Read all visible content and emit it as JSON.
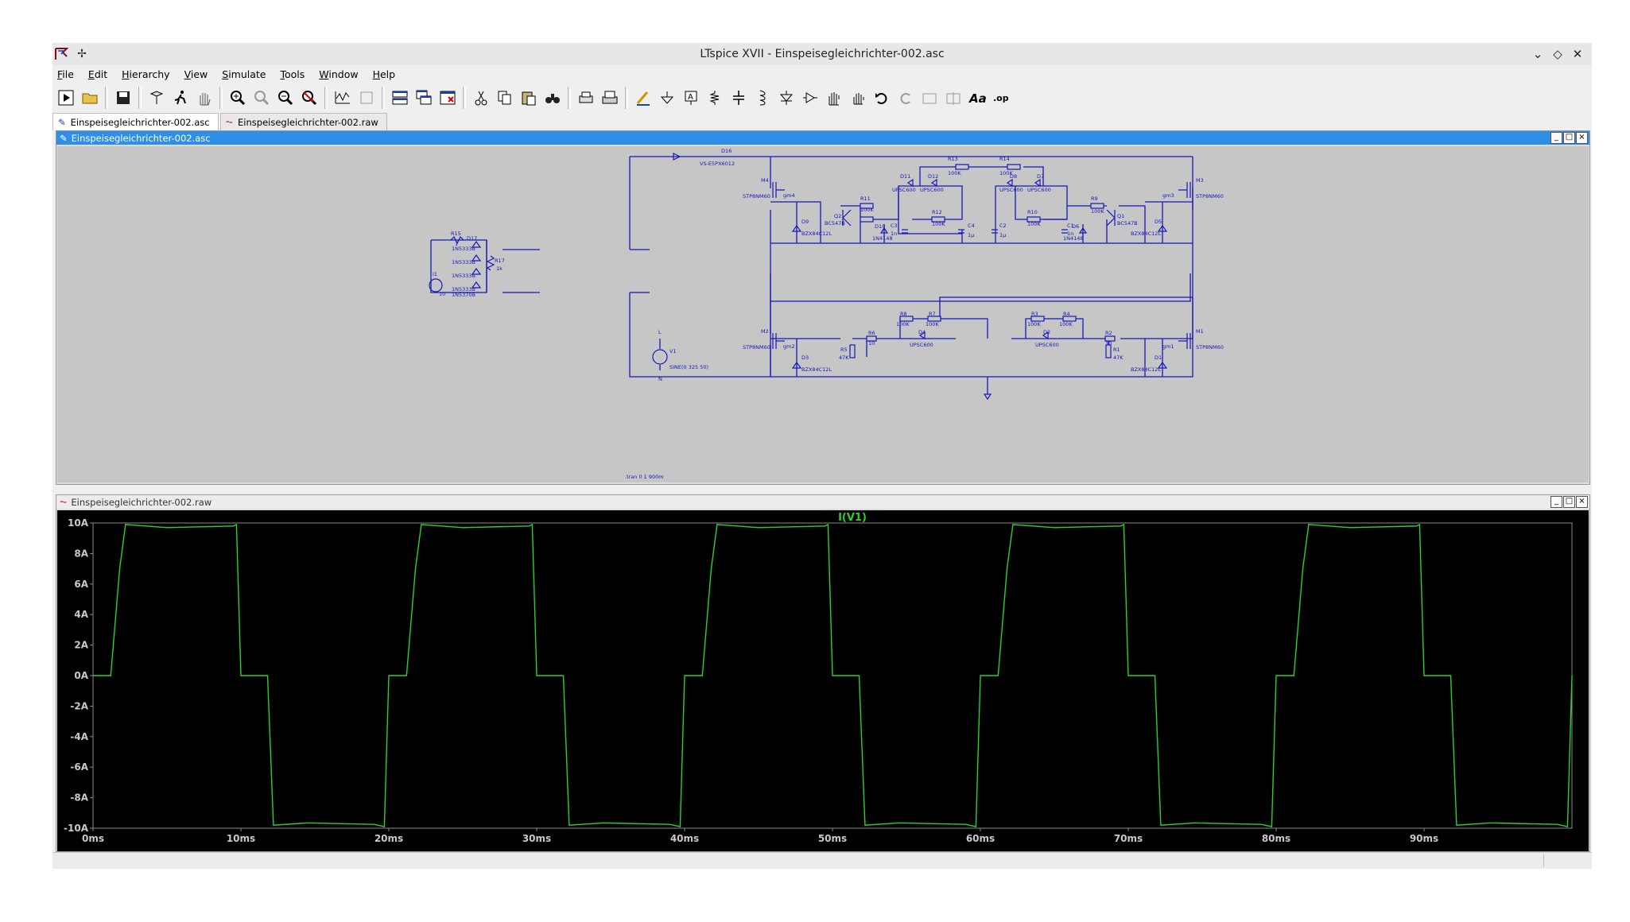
{
  "window": {
    "title": "LTspice XVII - Einspeisegleichrichter-002.asc"
  },
  "menu": [
    {
      "label": "File",
      "u": "F",
      "rest": "ile"
    },
    {
      "label": "Edit",
      "u": "E",
      "rest": "dit"
    },
    {
      "label": "Hierarchy",
      "u": "H",
      "rest": "ierarchy"
    },
    {
      "label": "View",
      "u": "V",
      "rest": "iew"
    },
    {
      "label": "Simulate",
      "u": "S",
      "rest": "imulate"
    },
    {
      "label": "Tools",
      "u": "T",
      "rest": "ools"
    },
    {
      "label": "Window",
      "u": "W",
      "rest": "indow"
    },
    {
      "label": "Help",
      "u": "H",
      "rest": "elp"
    }
  ],
  "tabs": [
    {
      "label": "Einspeisegleichrichter-002.asc",
      "icon": "schematic-icon",
      "active": true
    },
    {
      "label": "Einspeisegleichrichter-002.raw",
      "icon": "waveform-icon",
      "active": false
    }
  ],
  "schematic_pane": {
    "title": "Einspeisegleichrichter-002.asc"
  },
  "waveform_pane": {
    "title": "Einspeisegleichrichter-002.raw"
  },
  "schematic": {
    "labels": {
      "d16": "D16",
      "d16_part": "VS-E5PX6012",
      "r13": "R13",
      "r13_val": "100K",
      "r14": "R14",
      "r14_val": "100K",
      "d11": "D11",
      "d12": "D12",
      "d8": "D8",
      "d7": "D7",
      "upsc": "UPSC600",
      "m4": "M4",
      "m3": "M3",
      "m2": "M2",
      "m1": "M1",
      "mos": "STP8NM60",
      "gm4": "gm4",
      "gm3": "gm3",
      "gm2": "gm2",
      "gm1": "gm1",
      "r11": "R11",
      "r10": "R10",
      "r9": "R9",
      "r12": "R12",
      "r100k": "100K",
      "q2": "Q2",
      "q1": "Q1",
      "bc": "BC547B",
      "d9": "D9",
      "d5": "D5",
      "d3": "D3",
      "d1": "D1",
      "bzx": "BZX84C12L",
      "d10": "D10",
      "d6": "D6",
      "n4148": "1N4148",
      "c3": "C3",
      "c4": "C4",
      "c2": "C2",
      "c1": "C1",
      "c1n": "1n",
      "c1u": "1µ",
      "r15": "R15",
      "r15_val": "1",
      "d17": "D17",
      "n5": "1N5333B",
      "d_last": "1N5370B",
      "r17": "R17",
      "r17_val": "1k",
      "i1": "I1",
      "i1_val": "10",
      "r8": "R8",
      "r7": "R7",
      "r3": "R3",
      "r4": "R4",
      "d4": "D4",
      "d2": "D2",
      "r6": "R6",
      "r2": "R2",
      "r10ohm": "10",
      "r5": "R5",
      "r1": "R1",
      "r47k": "47K",
      "v1": "V1",
      "v1_val": "SINE(0 325 50)",
      "n_label": "N",
      "l_label": "L",
      "tran": ".tran 0 1 900m"
    }
  },
  "chart_data": {
    "type": "line",
    "title": "I(V1)",
    "series": [
      {
        "name": "I(V1)",
        "color": "#2bd12b",
        "x": [
          0,
          1.2,
          1.8,
          2.2,
          5,
          9.5,
          9.7,
          10,
          11.8,
          12.2,
          14.5,
          19,
          19.7,
          20,
          21.2,
          21.8,
          22.2,
          25,
          29.5,
          29.7,
          30,
          31.8,
          32.2,
          34.5,
          39,
          39.7,
          40,
          41.2,
          41.8,
          42.2,
          45,
          49.5,
          49.7,
          50,
          51.8,
          52.2,
          54.5,
          59,
          59.7,
          60,
          61.2,
          61.8,
          62.2,
          65,
          69.5,
          69.7,
          70,
          71.8,
          72.2,
          74.5,
          79,
          79.7,
          80,
          81.2,
          81.8,
          82.2,
          85,
          89.5,
          89.7,
          90,
          91.8,
          92.2,
          94.5,
          99,
          99.7,
          100
        ],
        "y": [
          0,
          0,
          7,
          9.9,
          9.7,
          9.8,
          9.9,
          0,
          0,
          -9.8,
          -9.65,
          -9.75,
          -9.9,
          0,
          0,
          7,
          9.9,
          9.7,
          9.8,
          9.9,
          0,
          0,
          -9.8,
          -9.65,
          -9.75,
          -9.9,
          0,
          0,
          7,
          9.9,
          9.7,
          9.8,
          9.9,
          0,
          0,
          -9.8,
          -9.65,
          -9.75,
          -9.9,
          0,
          0,
          7,
          9.9,
          9.7,
          9.8,
          9.9,
          0,
          0,
          -9.8,
          -9.65,
          -9.75,
          -9.9,
          0,
          0,
          7,
          9.9,
          9.7,
          9.8,
          9.9,
          0,
          0,
          -9.8,
          -9.65,
          -9.75,
          -9.9,
          0
        ]
      }
    ],
    "xlim": [
      0,
      100
    ],
    "ylim": [
      -10,
      10
    ],
    "xticks": [
      "0ms",
      "10ms",
      "20ms",
      "30ms",
      "40ms",
      "50ms",
      "60ms",
      "70ms",
      "80ms",
      "90ms"
    ],
    "yticks": [
      "10A",
      "8A",
      "6A",
      "4A",
      "2A",
      "0A",
      "-2A",
      "-4A",
      "-6A",
      "-8A",
      "-10A"
    ],
    "grid": false,
    "colors": {
      "background": "#000000",
      "axis": "#8a8a8a",
      "tick_text": "#c9c9c9",
      "title": "#2bd12b"
    }
  }
}
